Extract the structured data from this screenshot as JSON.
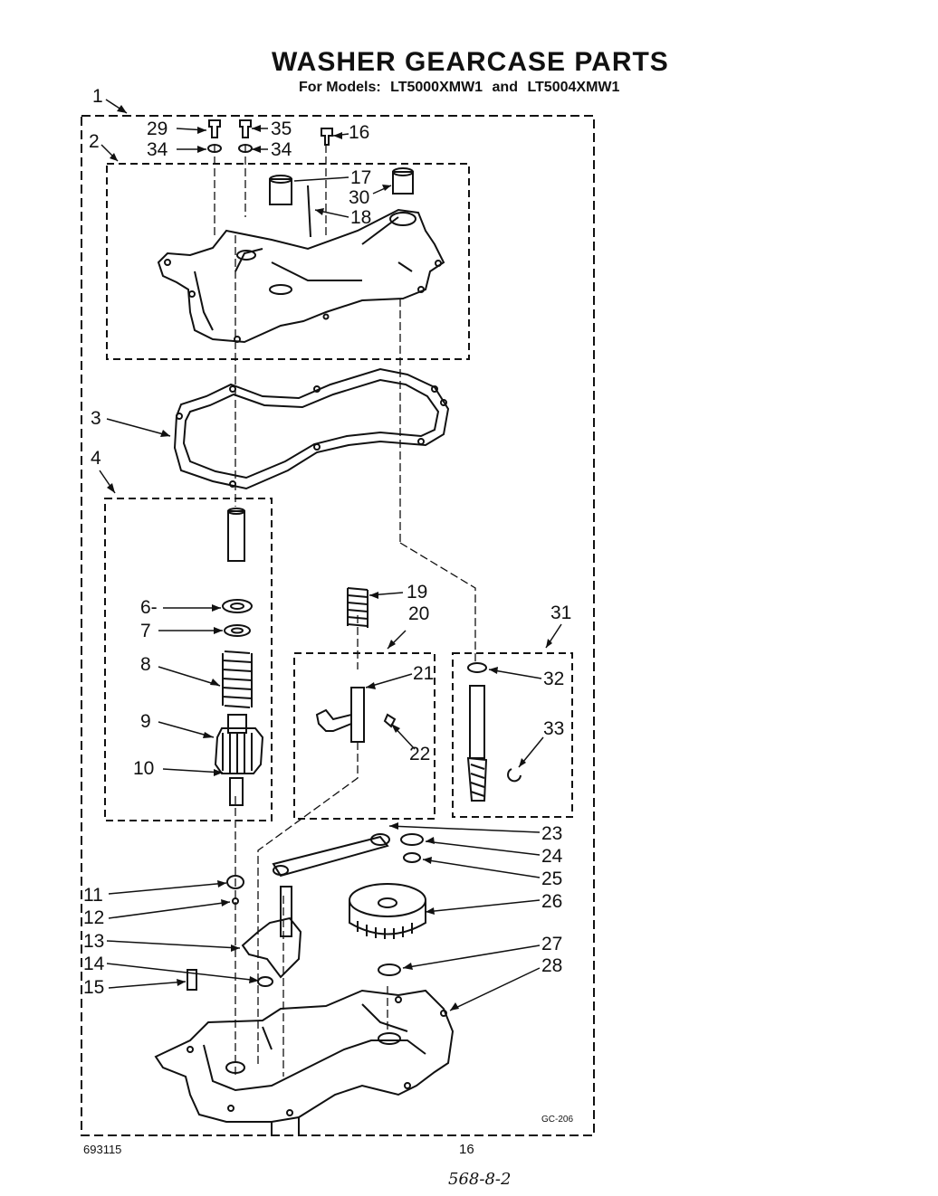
{
  "header": {
    "title": "WASHER GEARCASE PARTS",
    "models_prefix": "For Models:",
    "model_1": "LT5000XMW1",
    "conjunction": "and",
    "model_2": "LT5004XMW1"
  },
  "callouts": {
    "c1": "1",
    "c2": "2",
    "c3": "3",
    "c4": "4",
    "c6": "6-",
    "c7": "7",
    "c8": "8",
    "c9": "9",
    "c10": "10",
    "c11": "11",
    "c12": "12",
    "c13": "13",
    "c14": "14",
    "c15": "15",
    "c16": "16",
    "c17": "17",
    "c18": "18",
    "c19": "19",
    "c20": "20",
    "c21": "21",
    "c22": "22",
    "c23": "23",
    "c24": "24",
    "c25": "25",
    "c26": "26",
    "c27": "27",
    "c28": "28",
    "c29": "29",
    "c30": "30",
    "c31": "31",
    "c32": "32",
    "c33": "33",
    "c34a": "34",
    "c34b": "34",
    "c35": "35"
  },
  "footer": {
    "part_number": "693115",
    "page": "16",
    "drawing_code": "GC-206",
    "handwritten": "568-8-2"
  }
}
